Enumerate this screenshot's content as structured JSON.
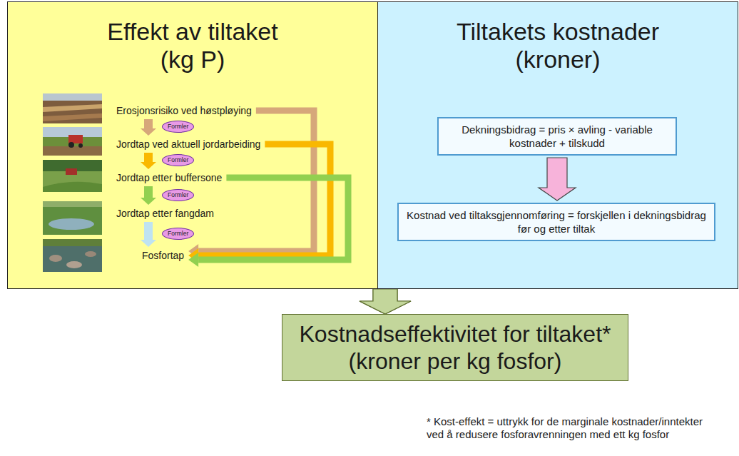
{
  "diagram": {
    "nodes": [
      {
        "text": [
          "Effekt av tiltaket (kg P)"
        ]
      },
      {
        "text": [
          "Erosjonsrisiko ved høstpløying"
        ],
        "in": 0
      },
      {
        "text": [
          "Formler"
        ],
        "in": 0
      },
      {
        "text": [
          "Jordtap ved aktuell jordarbeiding"
        ],
        "in": 0
      },
      {
        "text": [
          "Formler"
        ],
        "in": 0
      },
      {
        "text": [
          "Jordtap etter buffersone"
        ],
        "in": 0
      },
      {
        "text": [
          "Formler"
        ],
        "in": 0
      },
      {
        "text": [
          "Jordtap etter fangdam"
        ],
        "in": 0
      },
      {
        "text": [
          "Formler"
        ],
        "in": 0
      },
      {
        "text": [
          "Fosfortap"
        ],
        "in": 0
      },
      {
        "text": [
          "Tiltakets kostnader (kroner)"
        ]
      },
      {
        "text": [
          "Dekningsbidrag = pris × avling - variable kostnader + tilskudd"
        ],
        "in": 10
      },
      {
        "text": [
          "Kostnad ved tiltaksgjennomføring = forskjellen i dekningsbidrag før og etter tiltak"
        ],
        "in": 10
      },
      {
        "text": [
          "Kostnadseffektivitet for tiltaket* (kroner per kg fosfor)"
        ]
      }
    ],
    "edges": [
      {
        "from": 1,
        "to": 3,
        "arrow": "to"
      },
      {
        "from": 3,
        "to": 5,
        "arrow": "to"
      },
      {
        "from": 5,
        "to": 7,
        "arrow": "to"
      },
      {
        "from": 7,
        "to": 9,
        "arrow": "to"
      },
      {
        "from": 1,
        "to": 9,
        "arrow": "to"
      },
      {
        "from": 3,
        "to": 9,
        "arrow": "to"
      },
      {
        "from": 5,
        "to": 9,
        "arrow": "to"
      },
      {
        "from": 11,
        "to": 12,
        "arrow": "to"
      },
      {
        "from": 0,
        "to": 13,
        "arrow": "to"
      },
      {
        "from": 10,
        "to": 13,
        "arrow": "to"
      }
    ],
    "labels": [
      "* Kost-effekt = uttrykk for de marginale kostnader/inntekter ved å redusere fosforavrenningen med ett kg fosfor"
    ]
  }
}
